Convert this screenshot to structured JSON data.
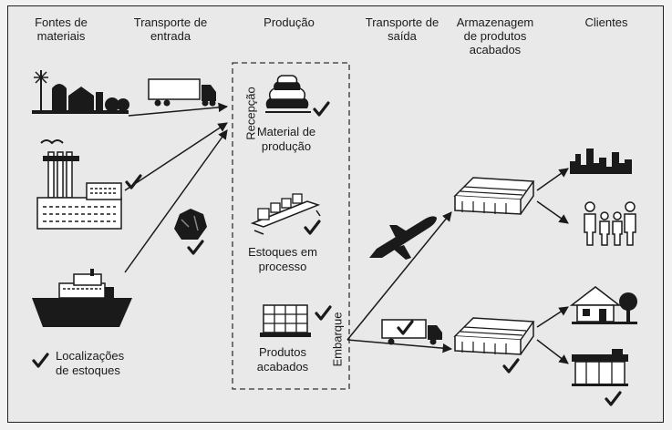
{
  "columns": {
    "fontes": [
      "Fontes de",
      "materiais"
    ],
    "transporte_entrada": [
      "Transporte de",
      "entrada"
    ],
    "producao": "Produção",
    "transporte_saida": [
      "Transporte de",
      "saída"
    ],
    "armazenagem": [
      "Armazenagem",
      "de produtos",
      "acabados"
    ],
    "clientes": "Clientes"
  },
  "production": {
    "recepcao": "Recepção",
    "material": [
      "Material de",
      "produção"
    ],
    "estoques": [
      "Estoques em",
      "processo"
    ],
    "produtos": [
      "Produtos",
      "acabados"
    ],
    "embarque": "Embarque"
  },
  "legend": {
    "icon": "check-mark-icon",
    "text": [
      "Localizações",
      "de estoques"
    ]
  },
  "colors": {
    "ink": "#1a1a1a",
    "background": "#e9e9e9",
    "dashed_box": "#333333"
  }
}
